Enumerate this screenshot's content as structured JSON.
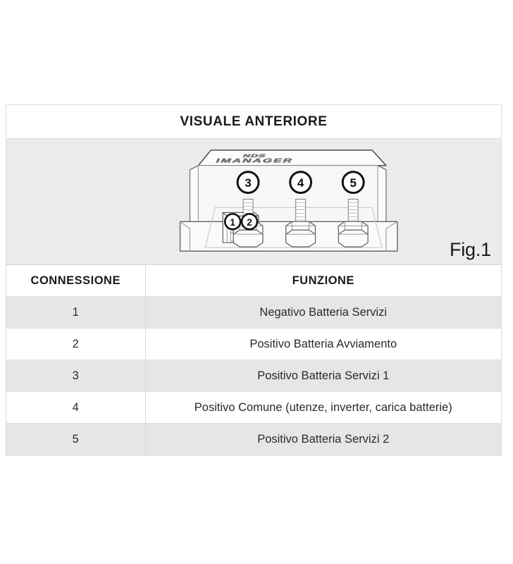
{
  "panel": {
    "title": "VISUALE ANTERIORE",
    "figure_label": "Fig.1",
    "figure": {
      "device_logo_line1": "NDS",
      "device_logo_line2": "IMANAGER",
      "callouts": [
        "1",
        "2",
        "3",
        "4",
        "5"
      ]
    }
  },
  "table": {
    "headers": [
      "CONNESSIONE",
      "FUNZIONE"
    ],
    "rows": [
      {
        "connessione": "1",
        "funzione": "Negativo Batteria Servizi"
      },
      {
        "connessione": "2",
        "funzione": "Positivo Batteria Avviamento"
      },
      {
        "connessione": "3",
        "funzione": "Positivo Batteria Servizi 1"
      },
      {
        "connessione": "4",
        "funzione": "Positivo Comune (utenze, inverter, carica batterie)"
      },
      {
        "connessione": "5",
        "funzione": "Positivo Batteria Servizi 2"
      }
    ]
  },
  "colors": {
    "page_background": "#ffffff",
    "figure_background": "#ebebeb",
    "row_alt_background": "#e6e6e6",
    "border": "#dcdcdc",
    "text": "#1a1a1a"
  }
}
